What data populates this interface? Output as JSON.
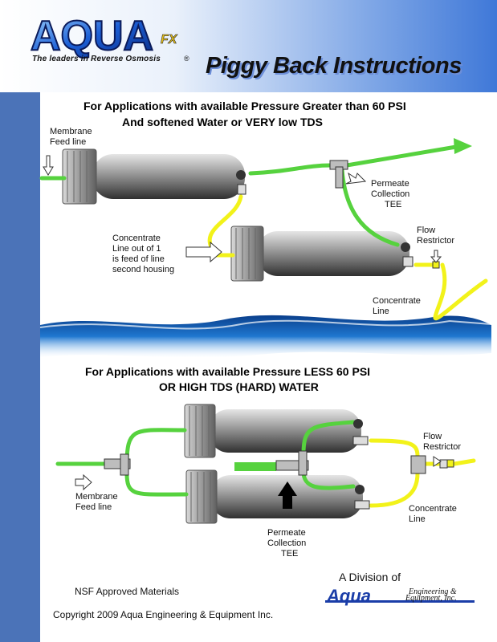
{
  "header": {
    "logo_word": "AQUA",
    "logo_fx": "FX",
    "tagline": "The leaders in Reverse Osmosis",
    "registered": "®",
    "title": "Piggy Back Instructions"
  },
  "section1": {
    "heading_line1": "For Applications with available Pressure Greater than 60 PSI",
    "heading_line2": "And softened Water or VERY low TDS",
    "labels": {
      "membrane_feed_1": "Membrane",
      "membrane_feed_2": "Feed line",
      "permeate_1": "Permeate",
      "permeate_2": "Collection",
      "permeate_3": "TEE",
      "concentrate_in_1": "Concentrate",
      "concentrate_in_2": "Line out of 1",
      "concentrate_in_3": "is feed of line",
      "concentrate_in_4": "second housing",
      "flow_1": "Flow",
      "flow_2": "Restrictor",
      "concentrate_out_1": "Concentrate",
      "concentrate_out_2": "Line"
    }
  },
  "section2": {
    "heading_line1": "For Applications with available Pressure  LESS 60 PSI",
    "heading_line2": "OR HIGH TDS (HARD)  WATER",
    "labels": {
      "membrane_feed_1": "Membrane",
      "membrane_feed_2": "Feed line",
      "flow_1": "Flow",
      "flow_2": "Restrictor",
      "concentrate_1": "Concentrate",
      "concentrate_2": "Line",
      "permeate_1": "Permeate",
      "permeate_2": "Collection",
      "permeate_3": "TEE"
    }
  },
  "footer": {
    "nsf": "NSF Approved Materials",
    "copyright": "Copyright 2009 Aqua Engineering & Equipment Inc.",
    "division": "A Division of",
    "company_word": "Aqua",
    "company_rest_1": "Engineering &",
    "company_rest_2": "Equipment, Inc."
  },
  "colors": {
    "permeate_green": "#56d23e",
    "concentrate_yellow": "#f2f21a",
    "housing_gray": "#9a9a9a",
    "sidebar_blue": "#4b73b8"
  }
}
